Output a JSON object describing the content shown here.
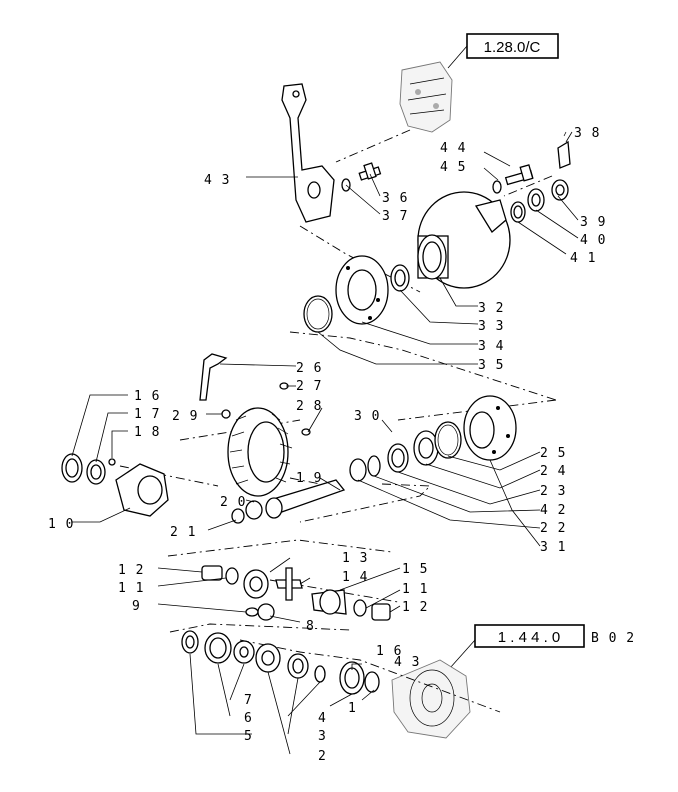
{
  "ref_boxes": {
    "top": "1.28.0/C",
    "bottom_a": "1 . 4 4 . 0",
    "bottom_b": "B  0 2"
  },
  "callouts": {
    "c43a": "4 3",
    "c44": "4 4",
    "c45": "4 5",
    "c38": "3 8",
    "c36": "3 6",
    "c37": "3 7",
    "c39": "3 9",
    "c40": "4 0",
    "c41": "4 1",
    "c32": "3 2",
    "c33": "3 3",
    "c34": "3 4",
    "c35": "3 5",
    "c26": "2 6",
    "c27": "2 7",
    "c28": "2 8",
    "c29": "2 9",
    "c30": "3 0",
    "c16a": "1 6",
    "c17": "1 7",
    "c18": "1 8",
    "c10": "1 0",
    "c25": "2 5",
    "c24": "2 4",
    "c23": "2 3",
    "c42": "4 2",
    "c22": "2 2",
    "c31": "3 1",
    "c19": "1 9",
    "c20": "2 0",
    "c21": "2 1",
    "c13": "1 3",
    "c14": "1 4",
    "c15": "1 5",
    "c12a": "1 2",
    "c11a": "1 1",
    "c9": "9",
    "c8": "8",
    "c11b": "1 1",
    "c12b": "1 2",
    "c16b": "1 6",
    "c43b": "4 3",
    "c1": "1",
    "c4": "4",
    "c3": "3",
    "c2": "2",
    "c7": "7",
    "c6": "6",
    "c5": "5"
  }
}
